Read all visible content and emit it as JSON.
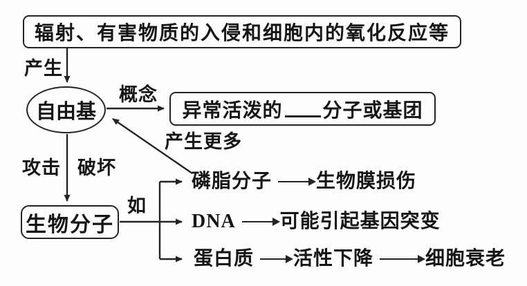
{
  "diagram": {
    "source_box": {
      "text": "辐射、有害物质的入侵和细胞内的氧化反应等"
    },
    "produce_label": "产生",
    "free_radical_node": {
      "text": "自由基"
    },
    "concept_label": "概念",
    "concept_box": {
      "before_blank": "异常活泼的",
      "after_blank": "分子或基团"
    },
    "produce_more_label": "产生更多",
    "attack_label": "攻击",
    "destroy_label": "破坏",
    "biomolecule_node": {
      "text": "生物分子"
    },
    "such_as_label": "如",
    "branches": [
      {
        "items": [
          "磷脂分子",
          "生物膜损伤"
        ]
      },
      {
        "items": [
          "DNA",
          "可能引起基因突变"
        ]
      },
      {
        "items": [
          "蛋白质",
          "活性下降",
          "细胞衰老"
        ]
      }
    ],
    "colors": {
      "ink": "#242424",
      "background": "#fdfdfd"
    }
  }
}
